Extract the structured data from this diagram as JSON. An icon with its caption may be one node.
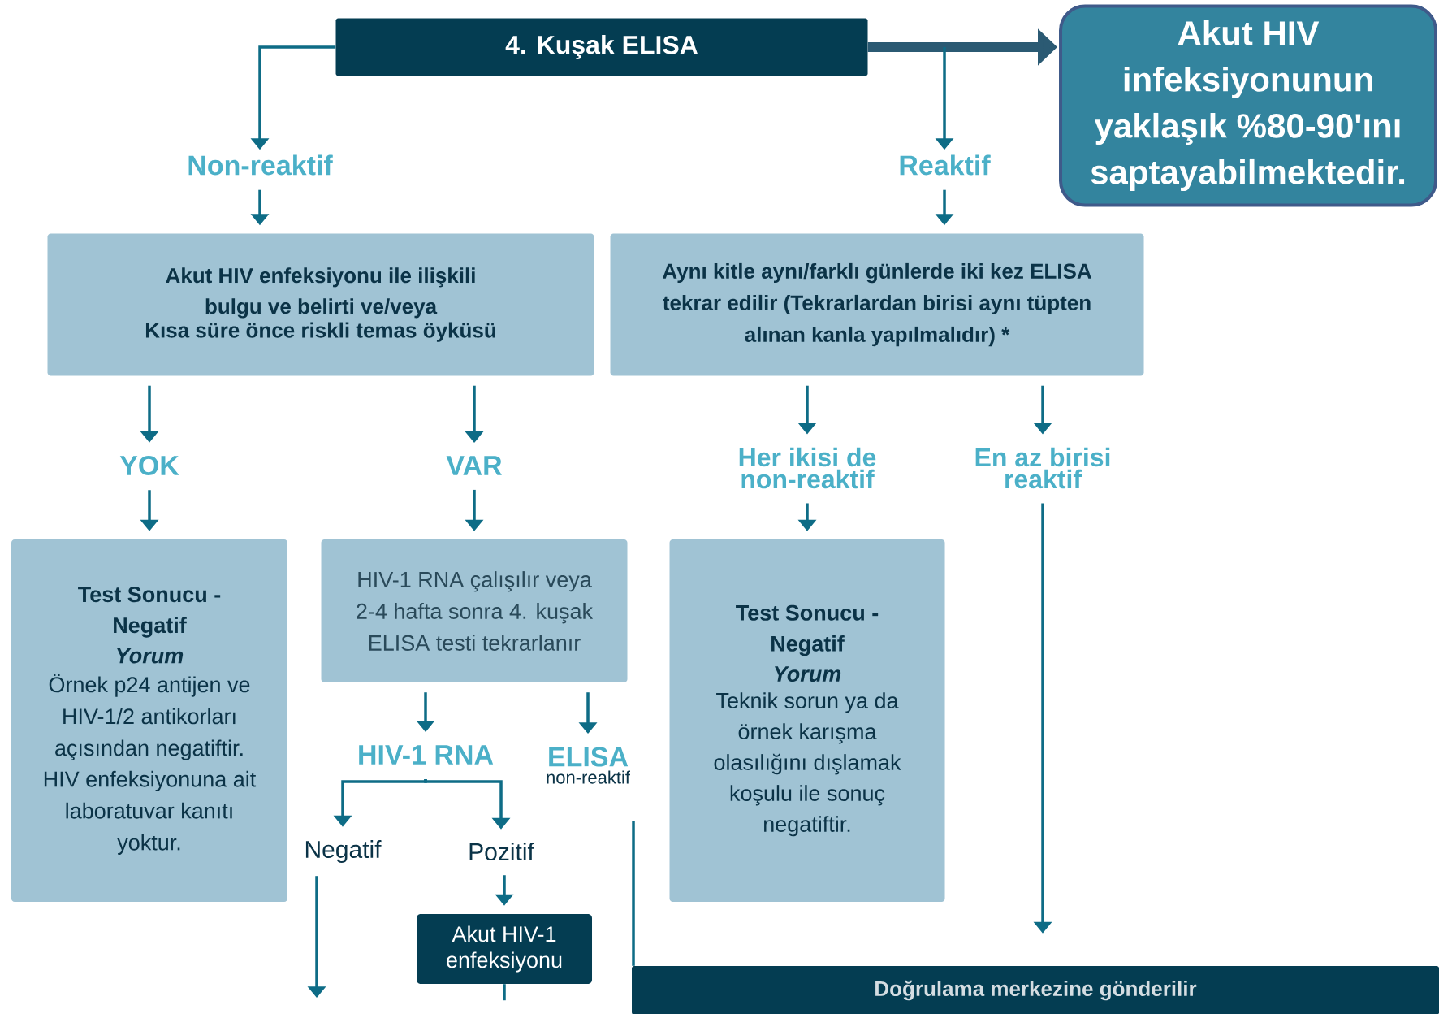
{
  "diagram": {
    "nodes": [
      {
        "text": [
          "4. Kuşak ELISA"
        ]
      },
      {
        "text": [
          "Akut HIV infeksiyonunun yaklaşık %80-90'ını saptayabilmektedir."
        ]
      },
      {
        "text": [
          "Non-reaktif"
        ]
      },
      {
        "text": [
          "Reaktif"
        ]
      },
      {
        "text": [
          "Akut HIV enfeksiyonu ile ilişkili bulgu ve belirti ve/veya",
          "Kısa süre önce riskli temas öyküsü"
        ]
      },
      {
        "text": [
          "Aynı kitle aynı/farklı günlerde iki kez ELISA tekrar edilir (Tekrarlardan birisi aynı tüpten alınan kanla yapılmalıdır) *"
        ]
      },
      {
        "text": [
          "YOK"
        ]
      },
      {
        "text": [
          "VAR"
        ]
      },
      {
        "text": [
          "Her ikisi de non-reaktif"
        ]
      },
      {
        "text": [
          "En az birisi reaktif"
        ]
      },
      {
        "text": [
          "Test Sonucu - Negatif",
          "Yorum",
          "Örnek p24 antijen ve HIV-1/2 antikorları açısından negatiftir.",
          "HIV enfeksiyonuna ait laboratuvar kanıtı yoktur."
        ]
      },
      {
        "text": [
          "HIV-1 RNA çalışılır veya 2-4 hafta sonra 4. kuşak ELISA testi tekrarlanır"
        ]
      },
      {
        "text": [
          "Test Sonucu - Negatif",
          "Yorum",
          "Teknik sorun ya da örnek karışma olasılığını dışlamak koşulu ile sonuç negatiftir."
        ]
      },
      {
        "text": [
          "HIV-1 RNA"
        ]
      },
      {
        "text": [
          "ELISA",
          "non-reaktif"
        ]
      },
      {
        "text": [
          "Negatif"
        ]
      },
      {
        "text": [
          "Pozitif"
        ]
      },
      {
        "text": [
          "Akut HIV-1 enfeksiyonu"
        ]
      },
      {
        "text": [
          "Doğrulama merkezine gönderilir"
        ]
      }
    ],
    "edges": [
      {
        "from": 0,
        "to": 1,
        "arrow": "to",
        "style": "thick",
        "color": "#2b5a73"
      },
      {
        "from": 0,
        "to": 2,
        "arrow": "to"
      },
      {
        "from": 0,
        "to": 3,
        "arrow": "to"
      },
      {
        "from": 2,
        "to": 4,
        "arrow": "to"
      },
      {
        "from": 3,
        "to": 5,
        "arrow": "to"
      },
      {
        "from": 4,
        "to": 6,
        "arrow": "to"
      },
      {
        "from": 4,
        "to": 7,
        "arrow": "to"
      },
      {
        "from": 5,
        "to": 8,
        "arrow": "to"
      },
      {
        "from": 5,
        "to": 9,
        "arrow": "to"
      },
      {
        "from": 6,
        "to": 10,
        "arrow": "to"
      },
      {
        "from": 7,
        "to": 11,
        "arrow": "to"
      },
      {
        "from": 8,
        "to": 12,
        "arrow": "to"
      },
      {
        "from": 11,
        "to": 13,
        "arrow": "to"
      },
      {
        "from": 11,
        "to": 14,
        "arrow": "to"
      },
      {
        "from": 13,
        "to": 15,
        "arrow": "to"
      },
      {
        "from": 13,
        "to": 16,
        "arrow": "to"
      },
      {
        "from": 16,
        "to": 17,
        "arrow": "to"
      },
      {
        "from": 9,
        "to": 18,
        "arrow": "to"
      },
      {
        "from": 15,
        "to": null,
        "arrow": "to"
      },
      {
        "from": 14,
        "to": 18,
        "arrow": "none"
      },
      {
        "from": 17,
        "to": null,
        "arrow": "none"
      }
    ]
  }
}
